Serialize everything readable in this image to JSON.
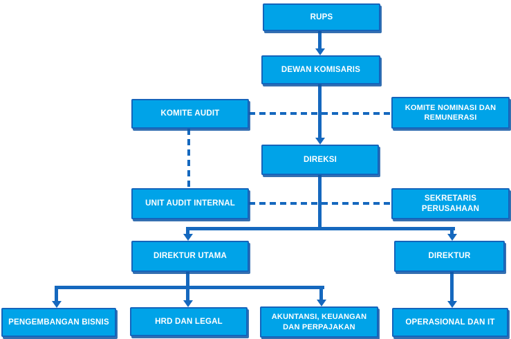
{
  "diagram": {
    "type": "org-chart",
    "colors": {
      "background": "#ffffff",
      "node_fill": "#00a3e8",
      "node_border": "#1464bb",
      "connector": "#1568be",
      "label_text": "#ffffff"
    },
    "nodes": {
      "rups": {
        "label": "RUPS"
      },
      "dewan_komisaris": {
        "label": "DEWAN KOMISARIS"
      },
      "komite_audit": {
        "label": "KOMITE AUDIT"
      },
      "komite_nominasi": {
        "label": "KOMITE NOMINASI DAN REMUNERASI"
      },
      "direksi": {
        "label": "DIREKSI"
      },
      "unit_audit": {
        "label": "UNIT AUDIT INTERNAL"
      },
      "sekretaris": {
        "label": "SEKRETARIS PERUSAHAAN"
      },
      "direktur_utama": {
        "label": "DIREKTUR UTAMA"
      },
      "direktur": {
        "label": "DIREKTUR"
      },
      "pengembangan": {
        "label": "PENGEMBANGAN BISNIS"
      },
      "hrd": {
        "label": "HRD DAN LEGAL"
      },
      "akuntansi": {
        "label": "AKUNTANSI, KEUANGAN DAN PERPAJAKAN"
      },
      "operasional": {
        "label": "OPERASIONAL DAN IT"
      }
    },
    "edges": [
      {
        "from": "rups",
        "to": "dewan_komisaris",
        "style": "solid-arrow"
      },
      {
        "from": "dewan_komisaris",
        "to": "direksi",
        "style": "solid-arrow"
      },
      {
        "from": "komite_audit",
        "to": "komite_nominasi",
        "style": "dashed"
      },
      {
        "from": "komite_audit",
        "to": "unit_audit",
        "style": "dashed"
      },
      {
        "from": "unit_audit",
        "to": "sekretaris",
        "style": "dashed"
      },
      {
        "from": "direksi",
        "to": "direktur_utama",
        "style": "solid-arrow"
      },
      {
        "from": "direksi",
        "to": "direktur",
        "style": "solid-arrow"
      },
      {
        "from": "direktur_utama",
        "to": "pengembangan",
        "style": "solid-arrow"
      },
      {
        "from": "direktur_utama",
        "to": "hrd",
        "style": "solid-arrow"
      },
      {
        "from": "direktur_utama",
        "to": "akuntansi",
        "style": "solid-arrow"
      },
      {
        "from": "direktur",
        "to": "operasional",
        "style": "solid-arrow"
      }
    ]
  }
}
